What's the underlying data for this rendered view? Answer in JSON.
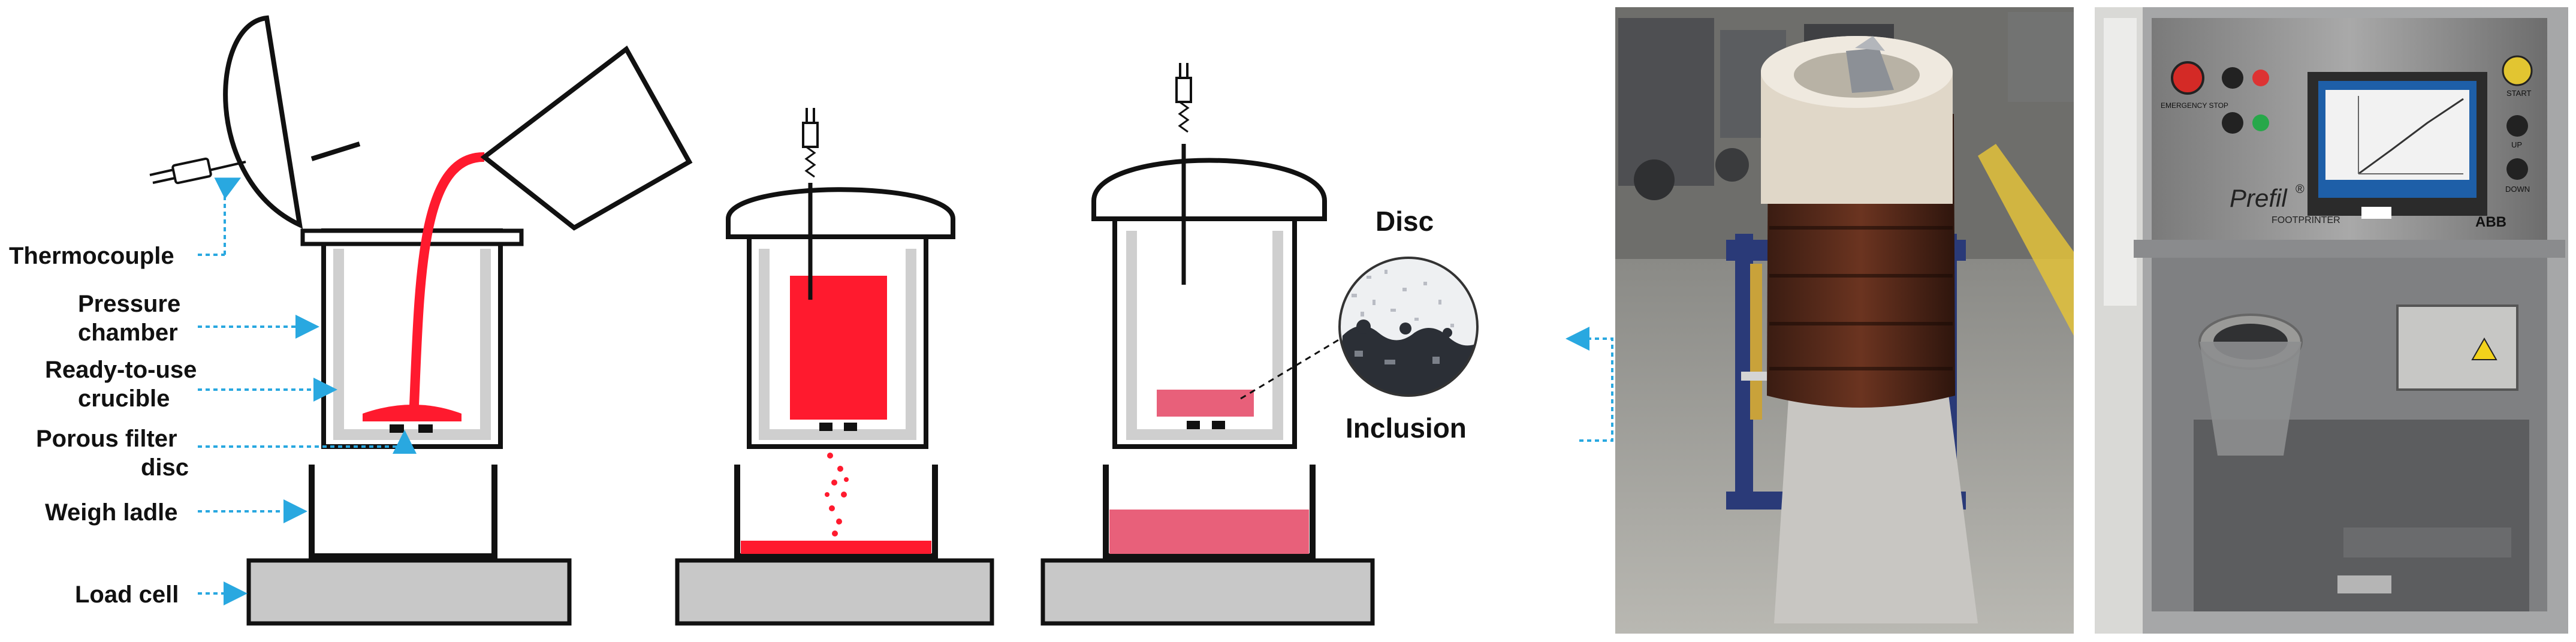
{
  "diagram": {
    "labels": {
      "thermocouple": "Thermocouple",
      "pressure_chamber_1": "Pressure",
      "pressure_chamber_2": "chamber",
      "crucible_1": "Ready-to-use",
      "crucible_2": "crucible",
      "filter_1": "Porous filter",
      "filter_2": "disc",
      "weigh_ladle": "Weigh ladle",
      "load_cell": "Load cell",
      "disc": "Disc",
      "inclusion": "Inclusion"
    }
  },
  "photos": {
    "machine_brand": "Prefil",
    "machine_registered": "®",
    "machine_model": "FOOTPRINTER",
    "manufacturer": "ABB",
    "buttons": {
      "emergency": "EMERGENCY STOP",
      "start": "START",
      "up": "UP",
      "down": "DOWN"
    }
  },
  "colors": {
    "molten_metal": "#ff1a2e",
    "solidified_metal": "#e8607a",
    "leader_line": "#29a8e0",
    "crucible_wall": "#cfcfcf",
    "load_cell": "#c8c8c8"
  }
}
